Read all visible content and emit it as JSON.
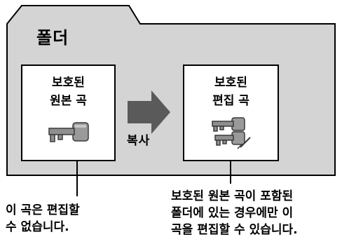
{
  "folder": {
    "title": "폴더"
  },
  "left_card": {
    "line1": "보호된",
    "line2": "원본 곡",
    "icon": "key-icon"
  },
  "right_card": {
    "line1": "보호된",
    "line2": "편집 곡",
    "icon": "edited-key-icon"
  },
  "arrow": {
    "label": "복사"
  },
  "notes": {
    "left_line1": "이 곡은 편집할",
    "left_line2": "수 없습니다.",
    "right_line1": "보호된 원본 곡이 포함된",
    "right_line2": "폴더에 있는 경우에만 이",
    "right_line3": "곡을 편집할 수 있습니다."
  }
}
